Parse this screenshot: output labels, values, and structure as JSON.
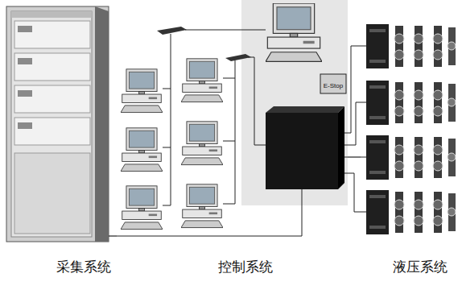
{
  "diagram": {
    "nodes": [
      {
        "text": [
          "采集系统"
        ]
      },
      {
        "text": [
          "控制系统"
        ]
      },
      {
        "text": [
          "液压系统"
        ]
      }
    ],
    "edges": [
      {
        "from": 0,
        "to": 1,
        "arrow": "none"
      },
      {
        "from": 1,
        "to": 2,
        "arrow": "none"
      }
    ],
    "labels": [
      "E-Stop"
    ]
  }
}
